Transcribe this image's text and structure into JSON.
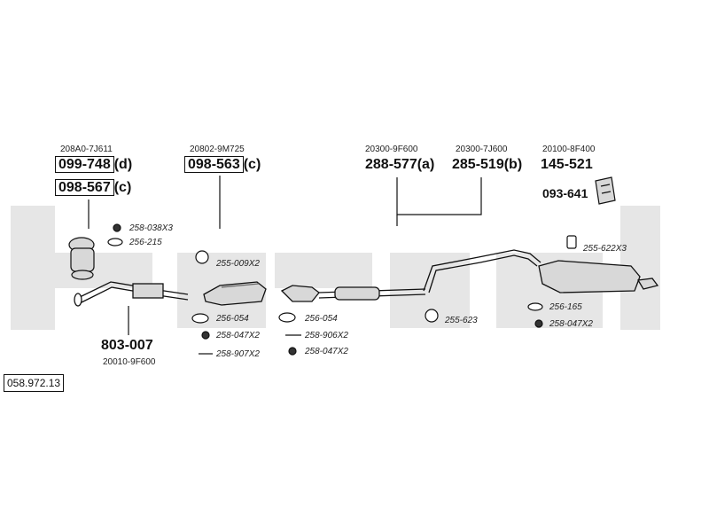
{
  "reference": "058.972.13",
  "groups": [
    {
      "oem": "208A0-7J611",
      "items": [
        {
          "pn": "099-748",
          "suffix": "(d)"
        },
        {
          "pn": "098-567",
          "suffix": "(c)"
        }
      ]
    },
    {
      "oem": "20802-9M725",
      "items": [
        {
          "pn": "098-563",
          "suffix": "(c)"
        }
      ]
    },
    {
      "oem": "20300-9F600",
      "items": [
        {
          "pn": "288-577",
          "suffix": "(a)"
        }
      ]
    },
    {
      "oem": "20300-7J600",
      "items": [
        {
          "pn": "285-519",
          "suffix": "(b)"
        }
      ]
    },
    {
      "oem": "20100-8F400",
      "items": [
        {
          "pn": "145-521",
          "suffix": ""
        },
        {
          "pn": "093-641",
          "suffix": ""
        }
      ]
    }
  ],
  "front_pipe": {
    "pn": "803-007",
    "oem": "20010-9F600"
  },
  "small_parts": [
    "258-038X3",
    "256-215",
    "255-009X2",
    "256-054",
    "256-054",
    "258-047X2",
    "258-906X2",
    "258-907X2",
    "258-047X2",
    "255-623",
    "255-622X3",
    "256-165",
    "258-047X2"
  ],
  "colors": {
    "watermark": "#e6e6e6",
    "line": "#111111",
    "part_fill": "#d8d8d8"
  }
}
